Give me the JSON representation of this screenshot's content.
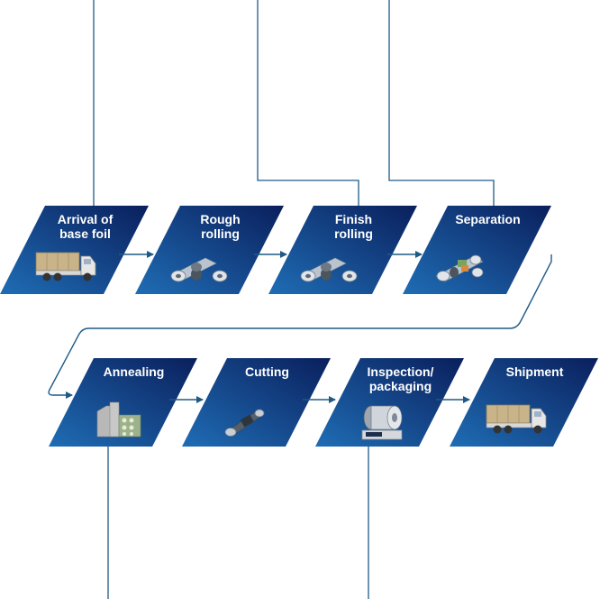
{
  "colors": {
    "step_dark": "#0a1f5c",
    "step_light": "#1f6db5",
    "connector": "#1f5a86"
  },
  "steps": [
    {
      "label_lines": [
        "Arrival of",
        "base foil"
      ],
      "icon": "truck-icon"
    },
    {
      "label_lines": [
        "Rough",
        "rolling"
      ],
      "icon": "rolling-mill-icon"
    },
    {
      "label_lines": [
        "Finish",
        "rolling"
      ],
      "icon": "rolling-mill-icon"
    },
    {
      "label_lines": [
        "Separation"
      ],
      "icon": "separator-machine-icon"
    },
    {
      "label_lines": [
        "Annealing"
      ],
      "icon": "annealing-furnace-icon"
    },
    {
      "label_lines": [
        "Cutting"
      ],
      "icon": "cutting-machine-icon"
    },
    {
      "label_lines": [
        "Inspection/",
        "packaging"
      ],
      "icon": "inspection-scale-icon"
    },
    {
      "label_lines": [
        "Shipment"
      ],
      "icon": "truck-icon"
    }
  ]
}
